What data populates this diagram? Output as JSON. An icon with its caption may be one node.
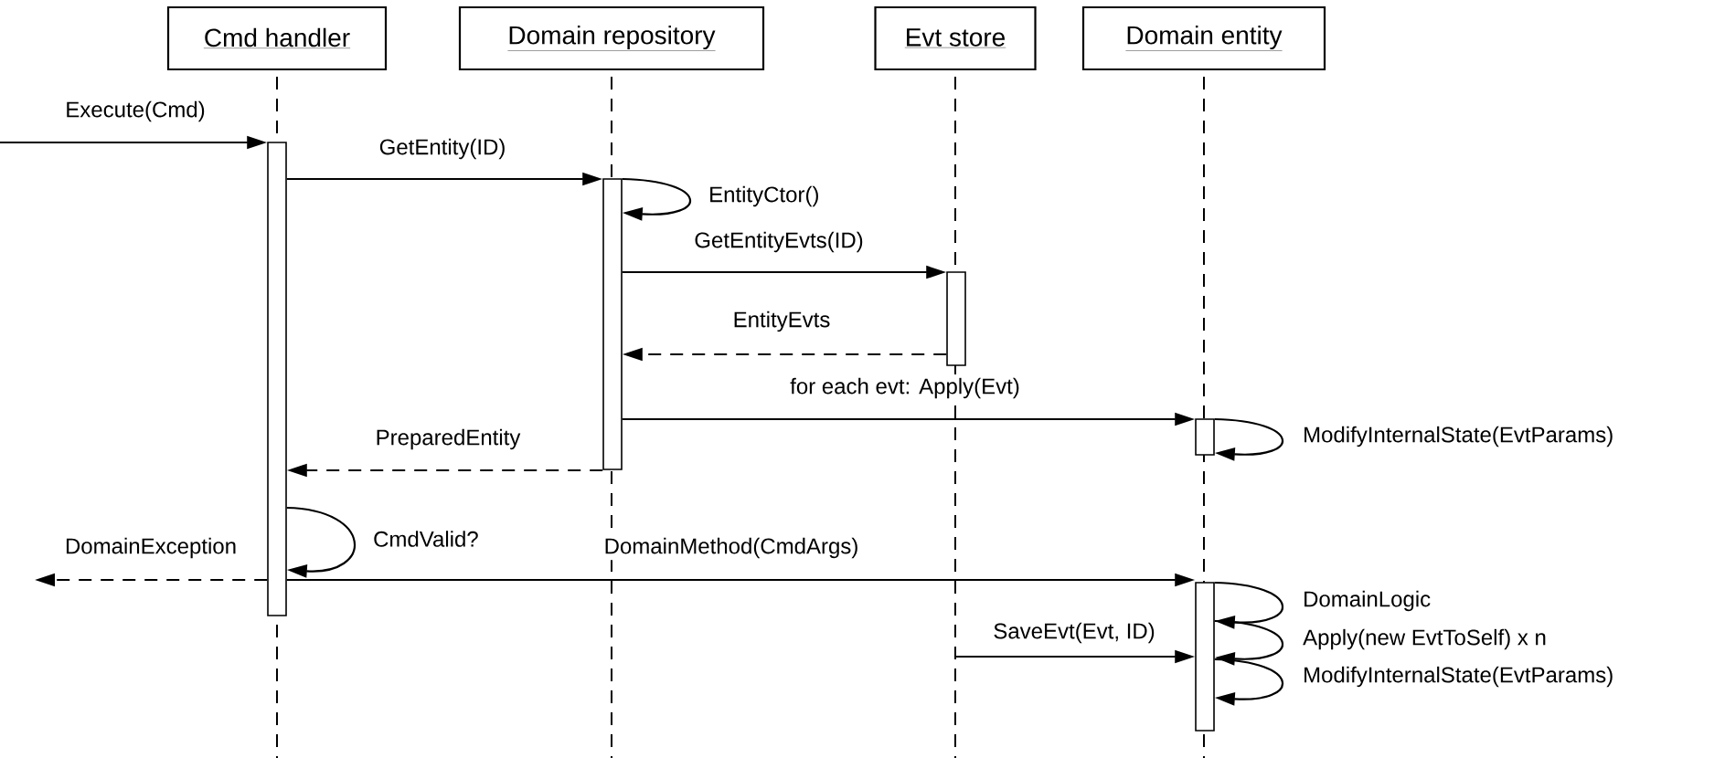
{
  "diagram": {
    "nodes": [
      {
        "text": [
          "Cmd handler"
        ]
      },
      {
        "text": [
          "Domain repository"
        ]
      },
      {
        "text": [
          "Evt store"
        ]
      },
      {
        "text": [
          "Domain entity"
        ]
      },
      {
        "text": [],
        "shape": "bar"
      },
      {
        "text": [],
        "shape": "bar"
      },
      {
        "text": [],
        "shape": "bar"
      },
      {
        "text": [],
        "shape": "bar"
      },
      {
        "text": [],
        "shape": "bar"
      }
    ],
    "edges": [
      {
        "from": null,
        "to": 4,
        "arrow": "to",
        "label": "Execute(Cmd)"
      },
      {
        "from": 4,
        "to": 5,
        "arrow": "to",
        "label": "GetEntity(ID)"
      },
      {
        "from": 5,
        "to": 5,
        "arrow": "to",
        "label": "EntityCtor()"
      },
      {
        "from": 5,
        "to": 6,
        "arrow": "to",
        "label": "GetEntityEvts(ID)"
      },
      {
        "from": 6,
        "to": 5,
        "arrow": "to",
        "label": "EntityEvts",
        "style": "dashed"
      },
      {
        "from": 5,
        "to": 7,
        "arrow": "to",
        "label": "for each evt: Apply(Evt)"
      },
      {
        "from": 7,
        "to": 7,
        "arrow": "to",
        "label": "ModifyInternalState(EvtParams)"
      },
      {
        "from": 5,
        "to": 4,
        "arrow": "to",
        "label": "PreparedEntity",
        "style": "dashed"
      },
      {
        "from": 4,
        "to": 4,
        "arrow": "to",
        "label": "CmdValid?"
      },
      {
        "from": 4,
        "to": null,
        "arrow": "to",
        "label": "DomainException",
        "style": "dashed"
      },
      {
        "from": 4,
        "to": 8,
        "arrow": "to",
        "label": "DomainMethod(CmdArgs)"
      },
      {
        "from": 8,
        "to": 8,
        "arrow": "to",
        "label": "DomainLogic"
      },
      {
        "from": 8,
        "to": 8,
        "arrow": "to",
        "label": "Apply(new EvtToSelf) x n"
      },
      {
        "from": 8,
        "to": 8,
        "arrow": "to",
        "label": "ModifyInternalState(EvtParams)"
      },
      {
        "from": null,
        "to": 8,
        "arrow": "to",
        "label": "SaveEvt(Evt, ID)"
      }
    ]
  }
}
